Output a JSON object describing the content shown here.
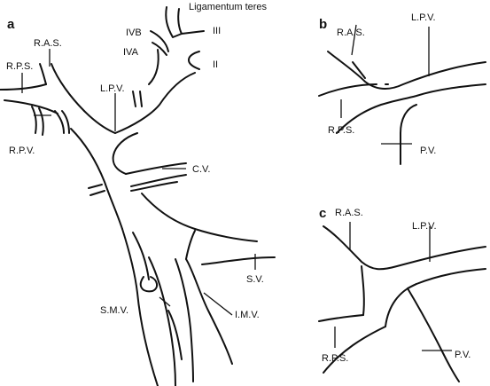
{
  "panels": {
    "a": {
      "letter": "a",
      "labels": {
        "ras": "R.A.S.",
        "rps": "R.P.S.",
        "rpv": "R.P.V.",
        "lpv": "L.P.V.",
        "ivb": "IVB",
        "iva": "IVA",
        "iii": "III",
        "ii": "II",
        "lig": "Ligamentum teres",
        "cv": "C.V.",
        "sv": "S.V.",
        "smv": "S.M.V.",
        "imv": "I.M.V."
      }
    },
    "b": {
      "letter": "b",
      "labels": {
        "ras": "R.A.S.",
        "lpv": "L.P.V.",
        "rps": "R.P.S.",
        "pv": "P.V."
      }
    },
    "c": {
      "letter": "c",
      "labels": {
        "ras": "R.A.S.",
        "lpv": "L.P.V.",
        "rps": "R.P.S.",
        "pv": "P.V."
      }
    }
  }
}
